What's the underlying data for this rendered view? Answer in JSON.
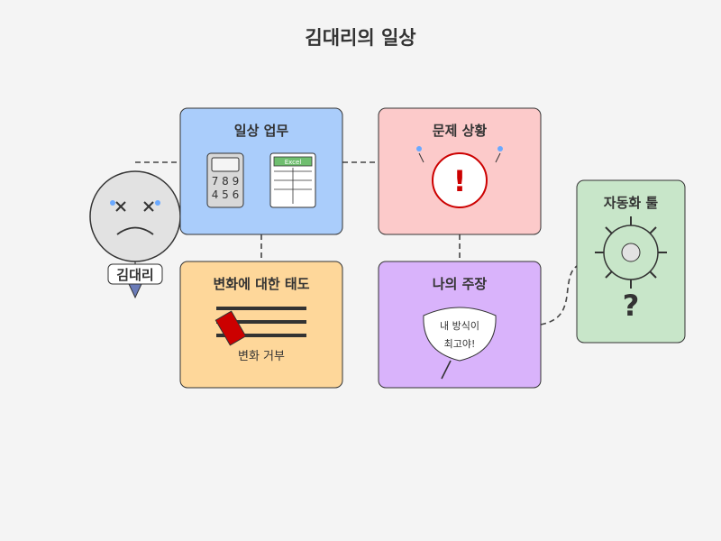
{
  "title": "김대리의 일상",
  "person": {
    "name": "김대리"
  },
  "boxes": {
    "daily": {
      "label": "일상 업무",
      "fill": "#aacdfb",
      "calculator": {
        "row1": "7 8 9",
        "row2": "4 5 6"
      },
      "spreadsheet": {
        "header": "Excel"
      }
    },
    "problem": {
      "label": "문제 상황",
      "fill": "#fccaca",
      "symbol": "!"
    },
    "attitude": {
      "label": "변화에 대한 태도",
      "fill": "#fed79a",
      "caption": "변화 거부"
    },
    "claim": {
      "label": "나의 주장",
      "fill": "#d9b3fb",
      "bubble_line1": "내 방식이",
      "bubble_line2": "최고야!"
    },
    "automation": {
      "label": "자동화 툴",
      "fill": "#c8e6c9",
      "symbol": "?"
    }
  },
  "colors": {
    "accent_blue": "#6aa9ff",
    "alert_red": "#cc0000",
    "excel_green": "#6fbe6f",
    "stroke": "#333333",
    "face": "#e2e2e2"
  }
}
